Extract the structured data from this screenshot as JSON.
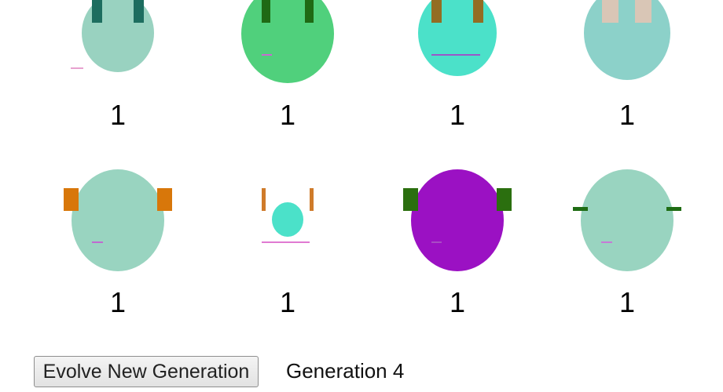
{
  "creatures": [
    {
      "score": "1",
      "face_color": "#99d2c0",
      "ear_color": "#1d6d5f",
      "mouth_color": "#e7a2cf",
      "ear_style": "top",
      "mouth_style": "left-offset"
    },
    {
      "score": "1",
      "face_color": "#50d07c",
      "ear_color": "#1f6a14",
      "mouth_color": "#c86ad0",
      "ear_style": "top",
      "mouth_style": "short"
    },
    {
      "score": "1",
      "face_color": "#4be1c9",
      "ear_color": "#936d23",
      "mouth_color": "#9a56c9",
      "ear_style": "top",
      "mouth_style": "long"
    },
    {
      "score": "1",
      "face_color": "#8cd1c9",
      "ear_color": "#d9c6b6",
      "mouth_color": "#8cd1c9",
      "ear_style": "top",
      "mouth_style": "none"
    },
    {
      "score": "1",
      "face_color": "#99d4c0",
      "ear_color": "#d8770a",
      "mouth_color": "#c06ad0",
      "ear_style": "side",
      "mouth_style": "short"
    },
    {
      "score": "1",
      "face_color": "#4be1c9",
      "ear_color": "#cf7b2a",
      "mouth_color": "#e07ad2",
      "ear_style": "thin-side",
      "mouth_style": "below"
    },
    {
      "score": "1",
      "face_color": "#9b11c3",
      "ear_color": "#2b6f0f",
      "mouth_color": "#a84bc4",
      "ear_style": "side",
      "mouth_style": "short"
    },
    {
      "score": "1",
      "face_color": "#99d4c0",
      "ear_color": "#1f6c14",
      "mouth_color": "#c67ad6",
      "ear_style": "flat-side",
      "mouth_style": "short"
    }
  ],
  "controls": {
    "evolve_label": "Evolve New Generation",
    "generation_label": "Generation 4"
  }
}
